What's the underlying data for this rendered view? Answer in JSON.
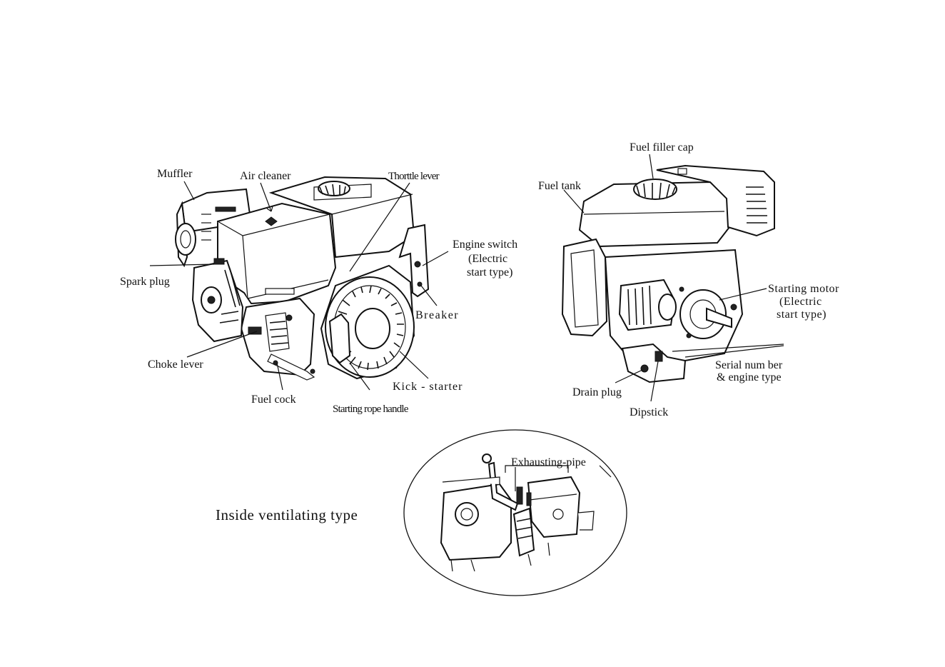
{
  "labels": {
    "muffler": "Muffler",
    "air_cleaner": "Air cleaner",
    "throttle_lever": "Thorttle lever",
    "engine_switch_1": "Engine  switch",
    "engine_switch_2": "(Electric",
    "engine_switch_3": "start  type)",
    "spark_plug": "Spark plug",
    "breaker": "Breaker",
    "choke_lever": "Choke lever",
    "kick_starter": "Kick - starter",
    "fuel_cock": "Fuel cock",
    "starting_rope_handle": "Starting rope handle",
    "fuel_filler_cap": "Fuel filler cap",
    "fuel_tank": "Fuel tank",
    "starting_motor_1": "Starting motor",
    "starting_motor_2": "(Electric",
    "starting_motor_3": "start type)",
    "serial_number_1": "Serial num ber",
    "serial_number_2": "& engine type",
    "drain_plug": "Drain plug",
    "dipstick": "Dipstick",
    "exhausting_pipe": "Exhausting-pipe",
    "inside_ventilating_type": "Inside  ventilating  type"
  }
}
